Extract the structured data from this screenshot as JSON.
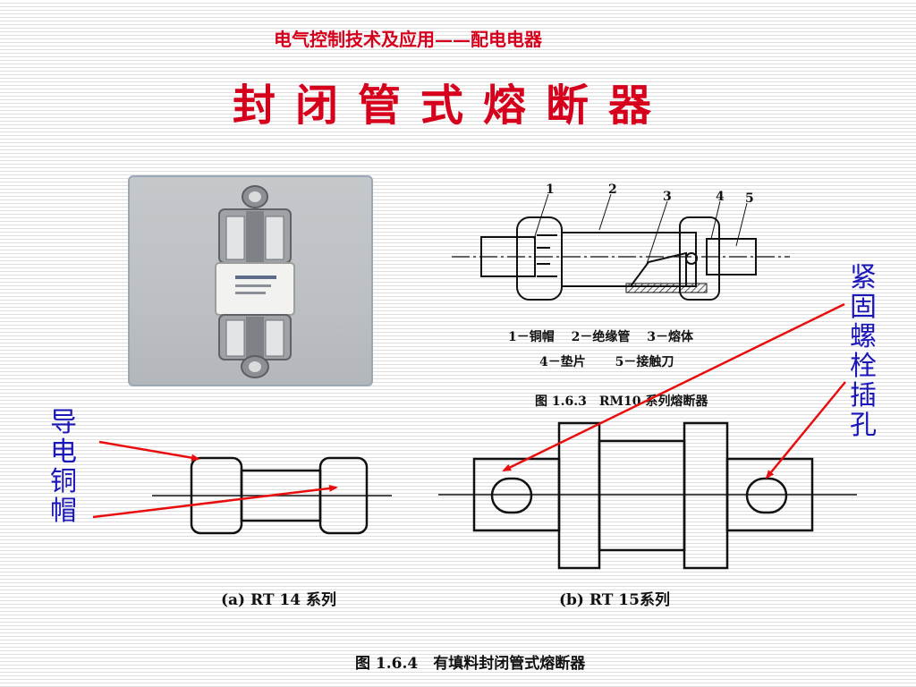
{
  "colors": {
    "title": "#d6001c",
    "label": "#1a16b8",
    "arrow": "#e80e0e"
  },
  "header": {
    "course_title": "电气控制技术及应用——配电电器",
    "slide_title": "封闭管式熔断器"
  },
  "figure_rm10": {
    "part_numbers": [
      "1",
      "2",
      "3",
      "4",
      "5"
    ],
    "legend_line1": "1－铜帽　 2－绝缘管　 3－熔体",
    "legend_line2": "4－垫片　 　5－接触刀",
    "caption": "图 1.6.3　RM10 系列熔断器"
  },
  "figure_rt": {
    "caption_a": "(a) RT 14 系列",
    "caption_b": "(b) RT 15系列",
    "caption_main": "图 1.6.4　有填料封闭管式熔断器"
  },
  "annotations": {
    "copper_cap": "导电铜帽",
    "bolt_hole": "紧固螺栓插孔"
  },
  "icons": [
    "fuse-photo",
    "arrow-icon"
  ]
}
